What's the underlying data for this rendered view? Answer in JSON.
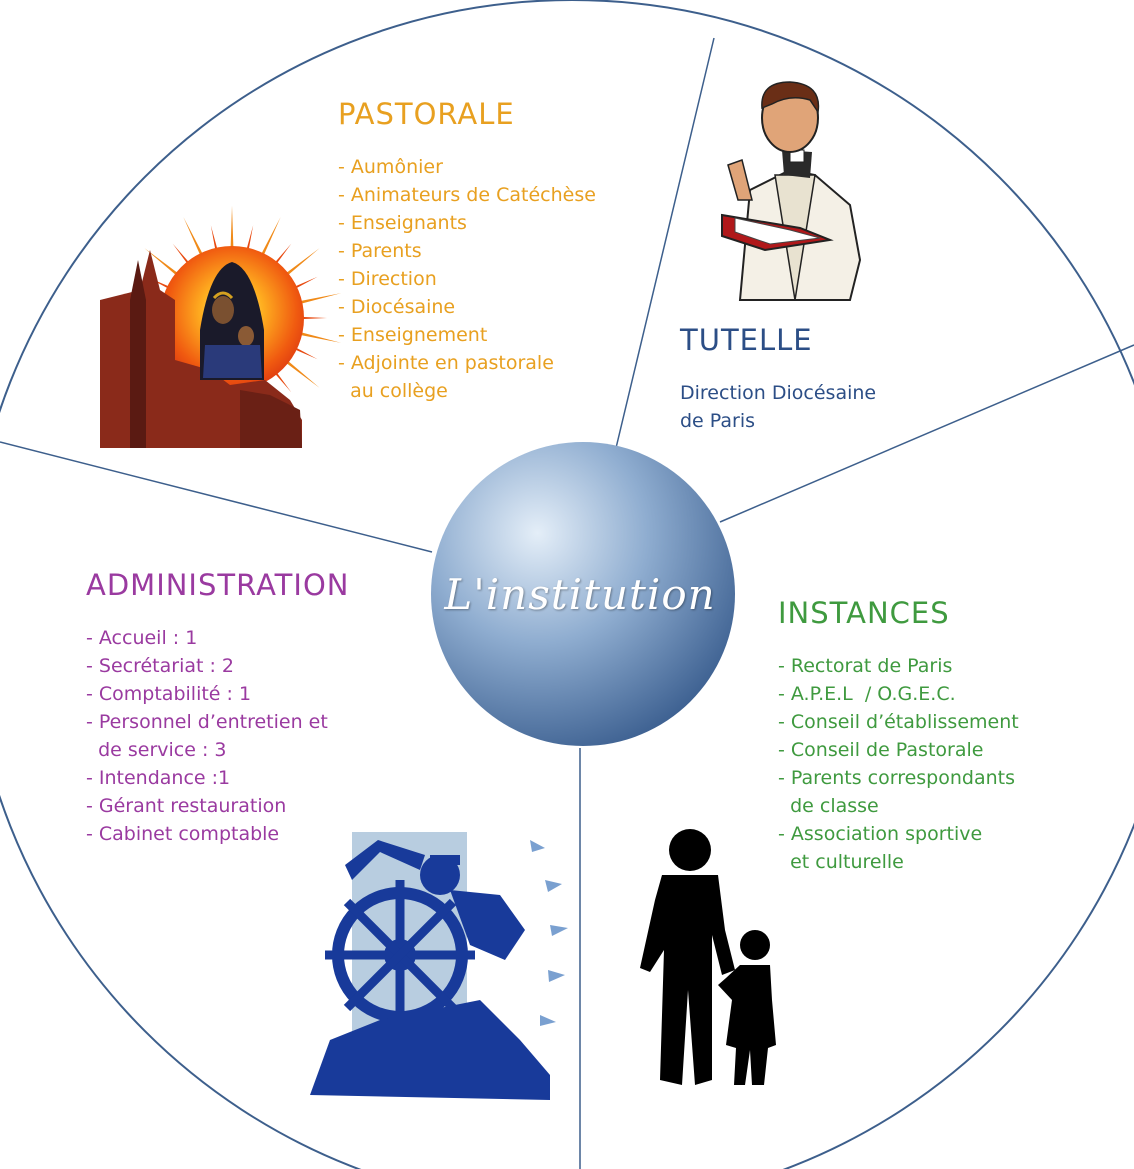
{
  "colors": {
    "pastorale": "#e8a020",
    "tutelle": "#2c4e86",
    "administration": "#9a3aa0",
    "instances": "#3f9a3f",
    "circle_stroke": "#3d5f8c",
    "hub_light": "#dce8f5",
    "hub_dark": "#3b5f8e"
  },
  "center": {
    "label": "L'institution"
  },
  "sections": {
    "pastorale": {
      "title": "PASTORALE",
      "items": [
        "- Aumônier",
        "- Animateurs de Catéchèse",
        "- Enseignants",
        "- Parents",
        "- Direction",
        "- Diocésaine",
        "- Enseignement",
        "- Adjointe en pastorale",
        "  au collège"
      ],
      "icon": "madonna-sunburst-icon"
    },
    "tutelle": {
      "title": "TUTELLE",
      "lines": [
        "Direction Diocésaine",
        "de Paris"
      ],
      "icon": "priest-reading-icon"
    },
    "administration": {
      "title": "ADMINISTRATION",
      "items": [
        "- Accueil : 1",
        "- Secrétariat : 2",
        "- Comptabilité : 1",
        "- Personnel d’entretien et",
        "  de service : 3",
        "- Intendance :1",
        "- Gérant restauration",
        "- Cabinet comptable"
      ],
      "icon": "ship-captain-wheel-icon"
    },
    "instances": {
      "title": "INSTANCES",
      "items": [
        "- Rectorat de Paris",
        "- A.P.E.L  / O.G.E.C.",
        "- Conseil d’établissement",
        "- Conseil de Pastorale",
        "- Parents correspondants",
        "  de classe",
        "- Association sportive",
        "  et culturelle"
      ],
      "icon": "parent-child-silhouette-icon"
    }
  }
}
